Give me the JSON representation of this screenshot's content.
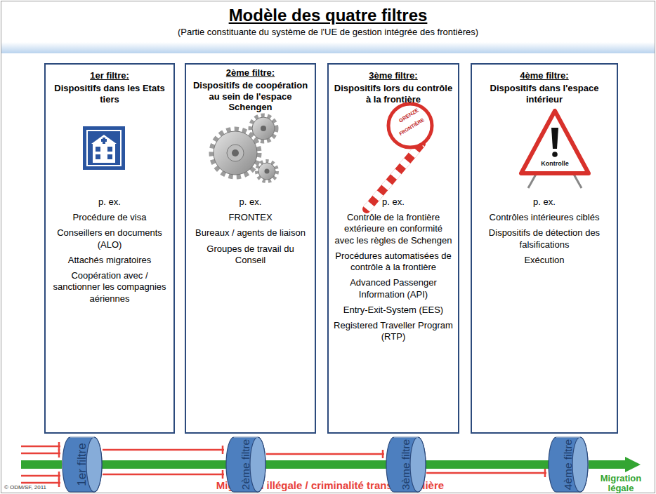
{
  "diagram": {
    "title": "Modèle des quatre filtres",
    "nodes": [
      {
        "text": [
          "1er filtre:",
          "Dispositifs dans les Etats tiers",
          "p. ex.",
          "Procédure de visa",
          "Conseillers en documents (ALO)",
          "Attachés migratoires",
          "Coopération avec / sanctionner les compagnies aériennes"
        ]
      },
      {
        "text": [
          "2ème filtre:",
          "Dispositifs de coopération au sein de l'espace Schengen",
          "p. ex.",
          "FRONTEX",
          "Bureaux / agents de liaison",
          "Groupes de travail du Conseil"
        ]
      },
      {
        "text": [
          "3ème filtre:",
          "Dispositifs lors du contrôle à la frontière",
          "p. ex.",
          "Contrôle de la frontière extérieure en conformité avec les règles de Schengen",
          "Procédures automatisées de contrôle à la frontière",
          "Advanced Passenger Information (API)",
          "Entry-Exit-System (EES)",
          "Registered Traveller Program (RTP)"
        ]
      },
      {
        "text": [
          "4ème filtre:",
          "Dispositifs dans l'espace intérieur",
          "p. ex.",
          "Contrôles intérieures ciblés",
          "Dispositifs de détection des falsifications",
          "Exécution"
        ]
      },
      {
        "text": [
          "1er filtre"
        ]
      },
      {
        "text": [
          "2ème filtre"
        ]
      },
      {
        "text": [
          "3ème filtre"
        ]
      },
      {
        "text": [
          "4ème filtre"
        ]
      }
    ],
    "edges": [
      {
        "from": 4,
        "to": 5,
        "arrow": "none"
      },
      {
        "from": 5,
        "to": 6,
        "arrow": "none"
      },
      {
        "from": 6,
        "to": 7,
        "arrow": "none"
      }
    ],
    "labels": [
      "(Partie constituante du système de l'UE de gestion intégrée des frontières)",
      "GRENZE",
      "FRONTIÈRE",
      "Kontrolle",
      "Migration illégale / criminalité transfrontalière",
      "Migration légale",
      "© ODM/SF, 2011"
    ]
  }
}
